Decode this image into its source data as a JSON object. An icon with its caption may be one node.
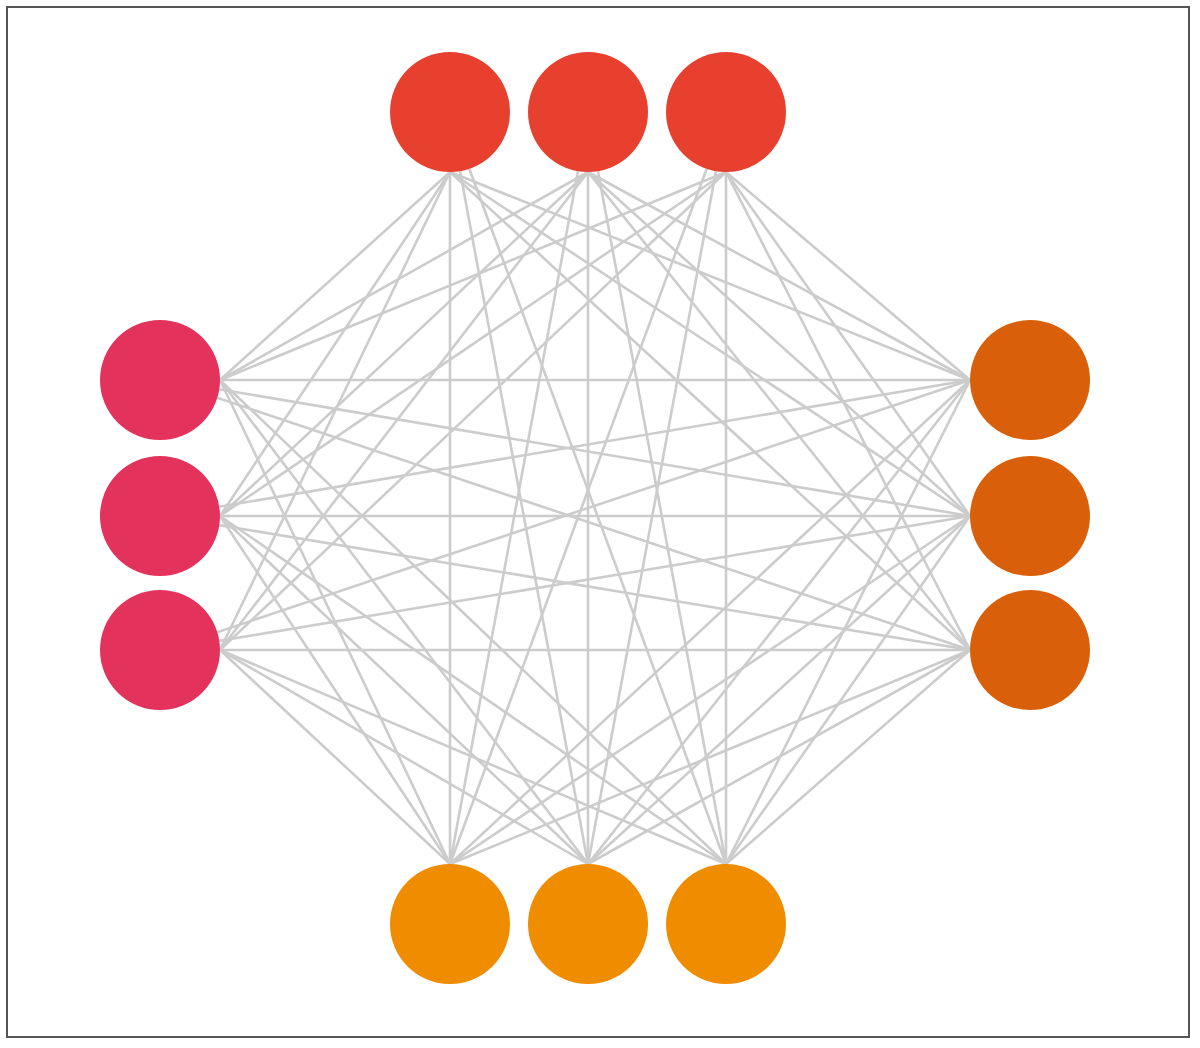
{
  "diagram": {
    "nodes": [
      {
        "text": [],
        "shape": "circle"
      },
      {
        "text": [],
        "shape": "circle"
      },
      {
        "text": [],
        "shape": "circle"
      },
      {
        "text": [],
        "shape": "circle"
      },
      {
        "text": [],
        "shape": "circle"
      },
      {
        "text": [],
        "shape": "circle"
      },
      {
        "text": [],
        "shape": "circle"
      },
      {
        "text": [],
        "shape": "circle"
      },
      {
        "text": [],
        "shape": "circle"
      },
      {
        "text": [],
        "shape": "circle"
      },
      {
        "text": [],
        "shape": "circle"
      },
      {
        "text": [],
        "shape": "circle"
      }
    ],
    "edges": [
      {
        "from": 0,
        "to": 3,
        "arrow": "none"
      },
      {
        "from": 0,
        "to": 4,
        "arrow": "none"
      },
      {
        "from": 0,
        "to": 5,
        "arrow": "none"
      },
      {
        "from": 0,
        "to": 6,
        "arrow": "none"
      },
      {
        "from": 0,
        "to": 7,
        "arrow": "none"
      },
      {
        "from": 0,
        "to": 8,
        "arrow": "none"
      },
      {
        "from": 0,
        "to": 9,
        "arrow": "none"
      },
      {
        "from": 0,
        "to": 10,
        "arrow": "none"
      },
      {
        "from": 0,
        "to": 11,
        "arrow": "none"
      },
      {
        "from": 1,
        "to": 3,
        "arrow": "none"
      },
      {
        "from": 1,
        "to": 4,
        "arrow": "none"
      },
      {
        "from": 1,
        "to": 5,
        "arrow": "none"
      },
      {
        "from": 1,
        "to": 6,
        "arrow": "none"
      },
      {
        "from": 1,
        "to": 7,
        "arrow": "none"
      },
      {
        "from": 1,
        "to": 8,
        "arrow": "none"
      },
      {
        "from": 1,
        "to": 9,
        "arrow": "none"
      },
      {
        "from": 1,
        "to": 10,
        "arrow": "none"
      },
      {
        "from": 1,
        "to": 11,
        "arrow": "none"
      },
      {
        "from": 2,
        "to": 3,
        "arrow": "none"
      },
      {
        "from": 2,
        "to": 4,
        "arrow": "none"
      },
      {
        "from": 2,
        "to": 5,
        "arrow": "none"
      },
      {
        "from": 2,
        "to": 6,
        "arrow": "none"
      },
      {
        "from": 2,
        "to": 7,
        "arrow": "none"
      },
      {
        "from": 2,
        "to": 8,
        "arrow": "none"
      },
      {
        "from": 2,
        "to": 9,
        "arrow": "none"
      },
      {
        "from": 2,
        "to": 10,
        "arrow": "none"
      },
      {
        "from": 2,
        "to": 11,
        "arrow": "none"
      },
      {
        "from": 3,
        "to": 4,
        "arrow": "none"
      },
      {
        "from": 3,
        "to": 6,
        "arrow": "none"
      },
      {
        "from": 3,
        "to": 8,
        "arrow": "none"
      },
      {
        "from": 3,
        "to": 9,
        "arrow": "none"
      },
      {
        "from": 3,
        "to": 10,
        "arrow": "none"
      },
      {
        "from": 3,
        "to": 11,
        "arrow": "none"
      },
      {
        "from": 4,
        "to": 5,
        "arrow": "none"
      },
      {
        "from": 4,
        "to": 7,
        "arrow": "none"
      },
      {
        "from": 4,
        "to": 9,
        "arrow": "none"
      },
      {
        "from": 4,
        "to": 10,
        "arrow": "none"
      },
      {
        "from": 4,
        "to": 11,
        "arrow": "none"
      },
      {
        "from": 5,
        "to": 6,
        "arrow": "none"
      },
      {
        "from": 5,
        "to": 8,
        "arrow": "none"
      },
      {
        "from": 5,
        "to": 9,
        "arrow": "none"
      },
      {
        "from": 5,
        "to": 10,
        "arrow": "none"
      },
      {
        "from": 5,
        "to": 11,
        "arrow": "none"
      },
      {
        "from": 6,
        "to": 7,
        "arrow": "none"
      },
      {
        "from": 6,
        "to": 9,
        "arrow": "none"
      },
      {
        "from": 6,
        "to": 10,
        "arrow": "none"
      },
      {
        "from": 6,
        "to": 11,
        "arrow": "none"
      },
      {
        "from": 7,
        "to": 8,
        "arrow": "none"
      },
      {
        "from": 7,
        "to": 9,
        "arrow": "none"
      },
      {
        "from": 7,
        "to": 10,
        "arrow": "none"
      },
      {
        "from": 7,
        "to": 11,
        "arrow": "none"
      },
      {
        "from": 8,
        "to": 9,
        "arrow": "none"
      },
      {
        "from": 8,
        "to": 10,
        "arrow": "none"
      },
      {
        "from": 8,
        "to": 11,
        "arrow": "none"
      }
    ]
  }
}
